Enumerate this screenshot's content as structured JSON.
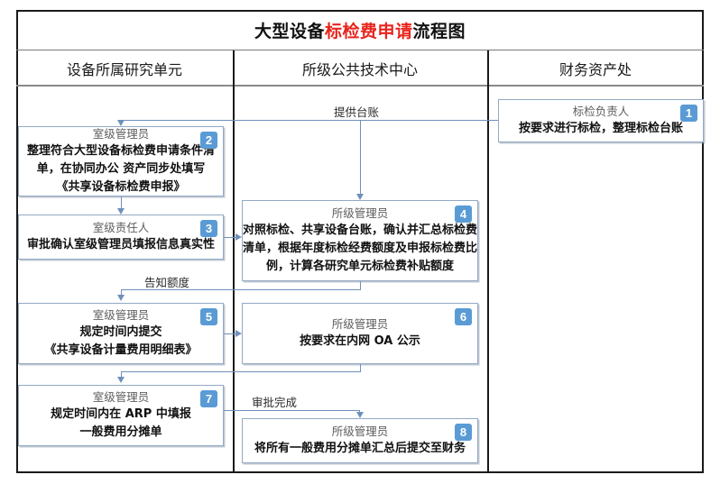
{
  "title": {
    "prefix": "大型设备",
    "highlight": "标检费申请",
    "suffix": "流程图",
    "highlight_color": "#e8241c"
  },
  "columns": [
    {
      "label": "设备所属研究单元"
    },
    {
      "label": "所级公共技术中心"
    },
    {
      "label": "财务资产处"
    }
  ],
  "steps": [
    {
      "number": "1",
      "role": "标检负责人",
      "lines": [
        "按要求进行标检，整理标检台账"
      ],
      "lane": "财务资产处"
    },
    {
      "number": "2",
      "role": "室级管理员",
      "lines": [
        "整理符合大型设备标检费申请条件清",
        "单，在协同办公 资产同步处填写",
        "《共享设备标检费申报》"
      ],
      "lane": "设备所属研究单元"
    },
    {
      "number": "3",
      "role": "室级责任人",
      "lines": [
        "审批确认室级管理员填报信息真实性"
      ],
      "lane": "设备所属研究单元"
    },
    {
      "number": "4",
      "role": "所级管理员",
      "lines": [
        "对照标检、共享设备台账，确认并汇总标检费",
        "清单，根据年度标检经费额度及申报标检费比",
        "例，计算各研究单元标检费补贴额度"
      ],
      "lane": "所级公共技术中心"
    },
    {
      "number": "5",
      "role": "室级管理员",
      "lines": [
        "规定时间内提交",
        "《共享设备计量费用明细表》"
      ],
      "lane": "设备所属研究单元"
    },
    {
      "number": "6",
      "role": "所级管理员",
      "lines": [
        "按要求在内网 OA 公示"
      ],
      "lane": "所级公共技术中心"
    },
    {
      "number": "7",
      "role": "室级管理员",
      "lines": [
        "规定时间内在 ARP 中填报",
        "一般费用分摊单"
      ],
      "lane": "设备所属研究单元"
    },
    {
      "number": "8",
      "role": "所级管理员",
      "lines": [
        "将所有一般费用分摊单汇总后提交至财务"
      ],
      "lane": "所级公共技术中心"
    }
  ],
  "edge_labels": [
    {
      "text": "提供台账"
    },
    {
      "text": "告知额度"
    },
    {
      "text": "审批完成"
    }
  ],
  "colors": {
    "badge": "#5b9bd5",
    "box_border": "#93a9c4",
    "connector": "#6e90bb",
    "frame": "#1a1a1a"
  }
}
